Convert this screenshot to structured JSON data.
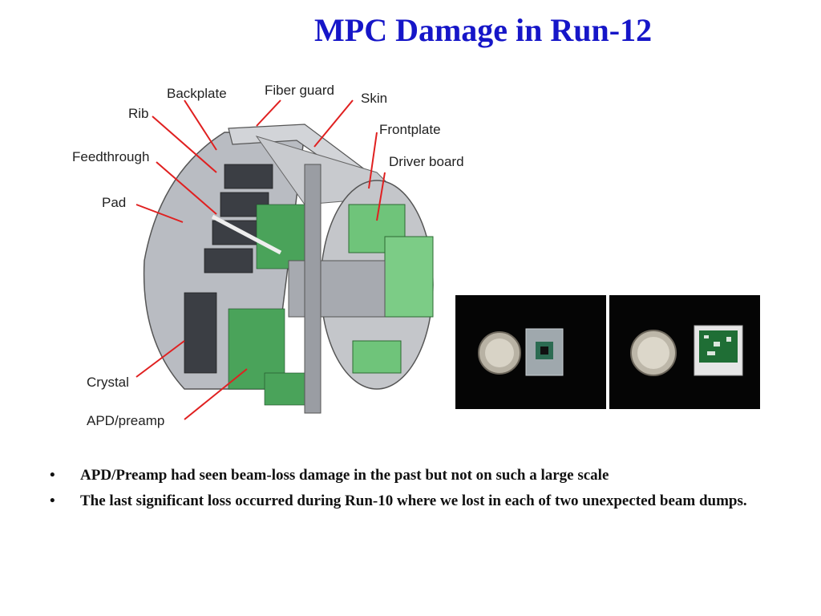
{
  "slide": {
    "title": "MPC Damage in Run-12"
  },
  "diagram": {
    "labels": {
      "backplate": "Backplate",
      "fiber_guard": "Fiber guard",
      "skin": "Skin",
      "rib": "Rib",
      "frontplate": "Frontplate",
      "feedthrough": "Feedthrough",
      "driver_board": "Driver board",
      "pad": "Pad",
      "crystal": "Crystal",
      "apd_preamp": "APD/preamp"
    },
    "leader_color": "#e02020"
  },
  "bullets": [
    {
      "marker": "•",
      "text": "APD/Preamp had seen beam-loss damage in the past but not on such a large scale"
    },
    {
      "marker": "•",
      "text": "The last significant loss occurred during Run-10 where we lost in each of two unexpected beam dumps."
    }
  ]
}
